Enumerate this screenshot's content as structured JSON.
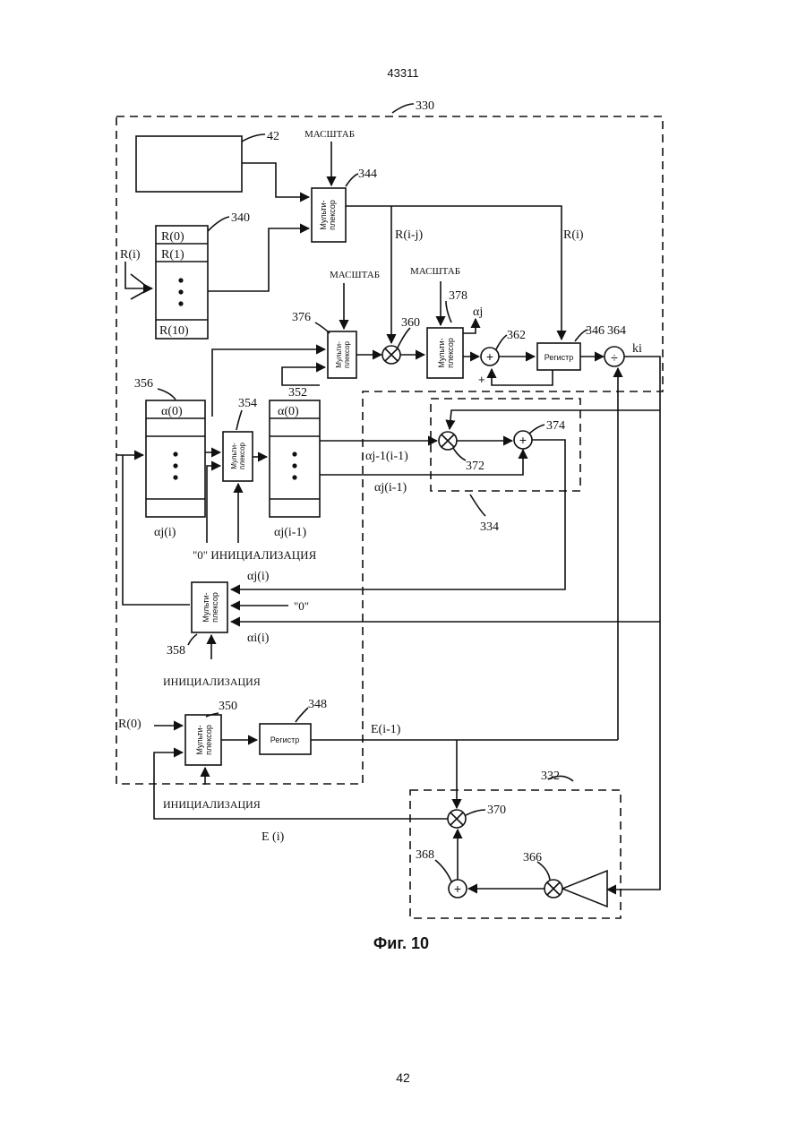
{
  "header": {
    "doc_number": "43311",
    "page_number": "42"
  },
  "figure": {
    "caption": "Фиг. 10"
  },
  "refs": {
    "r330": "330",
    "r332": "332",
    "r334": "334",
    "r42": "42",
    "r340": "340",
    "r344": "344",
    "r346": "346",
    "r348": "348",
    "r350": "350",
    "r352": "352",
    "r354": "354",
    "r356": "356",
    "r358": "358",
    "r360": "360",
    "r362": "362",
    "r364": "364",
    "r366": "366",
    "r368": "368",
    "r370": "370",
    "r372": "372",
    "r374": "374",
    "r376": "376",
    "r378": "378"
  },
  "blocks": {
    "mux": "Мульти-плексор",
    "mux_l1": "Мульти-",
    "mux_l2": "плексор",
    "register": "Регистр",
    "rom_rows": [
      "R(0)",
      "R(1)",
      "R(10)"
    ],
    "alpha_top": "α(0)"
  },
  "labels": {
    "scale": "МАСШТАБ",
    "init": "ИНИЦИАЛИЗАЦИЯ",
    "zero": "\"0\"",
    "zero_init": "\"0\" ИНИЦИАЛИЗАЦИЯ",
    "r_i": "R(i)",
    "r_i_j": "R(i-j)",
    "r0": "R(0)",
    "alpha_j": "αj",
    "ki": "ki",
    "alpha_j_i": "αj(i)",
    "alpha_j_im1": "αj(i-1)",
    "alpha_jm1_im1": "αj-1(i-1)",
    "alpha_i_i": "αi(i)",
    "e_im1": "E(i-1)",
    "e_i": "E (i)",
    "plus": "+",
    "div": "÷"
  }
}
